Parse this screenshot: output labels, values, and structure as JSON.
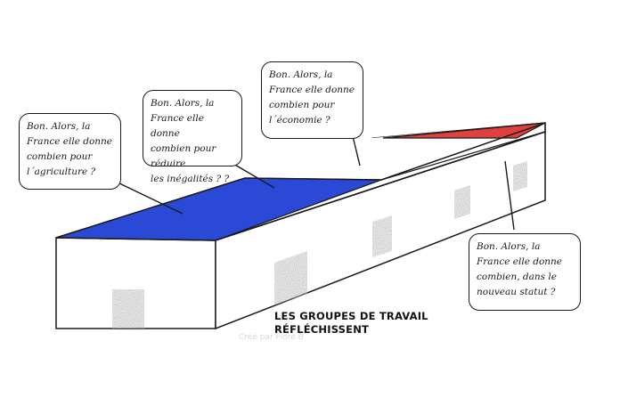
{
  "bubbles": {
    "agriculture": "Bon. Alors, la\nFrance elle donne\ncombien pour\nl´agriculture ?",
    "inegalites": "Bon. Alors, la\nFrance elle donne\ncombien pour réduire\nles inégalités ? ?",
    "economie": "Bon. Alors, la\nFrance elle donne\ncombien pour\nl´économie ?",
    "statut": "Bon. Alors, la\nFrance elle donne\ncombien, dans le\nnouveau statut ?"
  },
  "caption": "LES GROUPES DE TRAVAIL\nRÉFLÉCHISSENT",
  "watermark": "Créé par Flore B",
  "colors": {
    "roof_blue": "#2a49d6",
    "roof_red": "#e0403d",
    "outline": "#1a1a1a",
    "door_shadow": "#555555"
  }
}
